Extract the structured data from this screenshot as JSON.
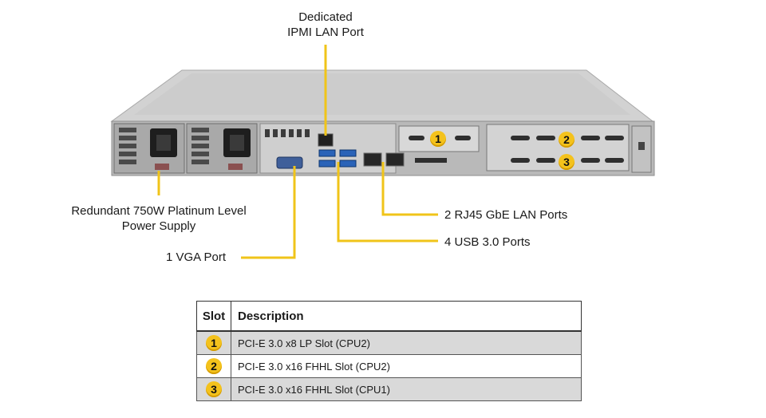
{
  "labels": {
    "ipmi_line1": "Dedicated",
    "ipmi_line2": "IPMI LAN Port",
    "psu_line1": "Redundant 750W Platinum Level",
    "psu_line2": "Power Supply",
    "vga": "1 VGA Port",
    "lan": "2 RJ45 GbE LAN Ports",
    "usb": "4 USB 3.0 Ports"
  },
  "chassis_badges": [
    "1",
    "2",
    "3"
  ],
  "table": {
    "headers": [
      "Slot",
      "Description"
    ],
    "rows": [
      {
        "slot": "1",
        "description": "PCI-E 3.0 x8 LP Slot (CPU2)"
      },
      {
        "slot": "2",
        "description": "PCI-E 3.0 x16 FHHL Slot (CPU2)"
      },
      {
        "slot": "3",
        "description": "PCI-E 3.0 x16 FHHL Slot (CPU1)"
      }
    ]
  },
  "colors": {
    "callout_line": "#f0c419",
    "badge": "#f4c21c",
    "chassis": "#c9c9c9",
    "table_shade": "#d9d9d9"
  }
}
